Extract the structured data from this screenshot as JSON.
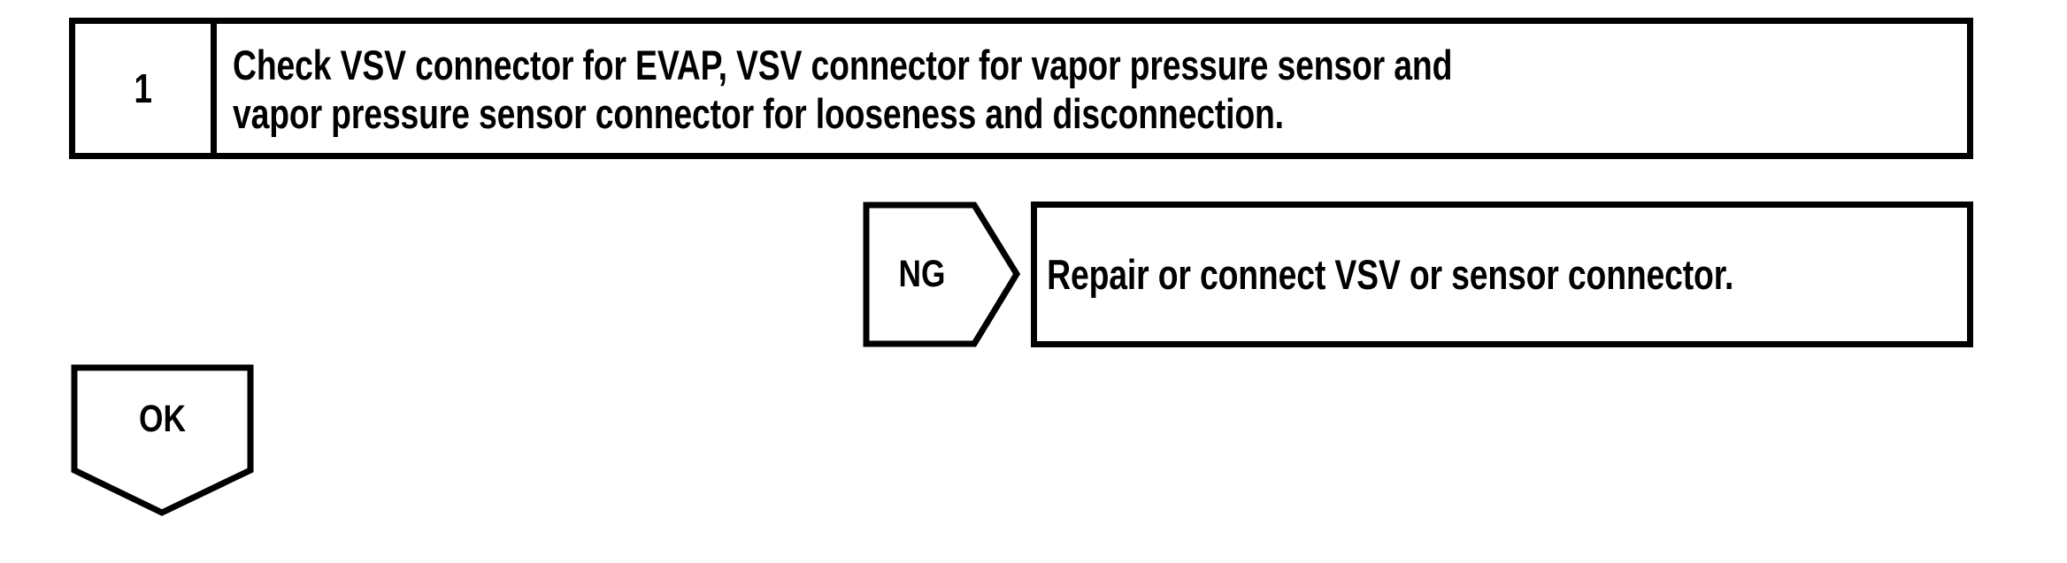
{
  "diagram": {
    "type": "troubleshooting-flowchart",
    "ink_color": "#000000",
    "background_color": "#ffffff",
    "step": {
      "number": "1",
      "line1": "Check VSV connector for EVAP, VSV connector for vapor pressure sensor and",
      "line2": "vapor pressure sensor connector for looseness and disconnection."
    },
    "branches": {
      "ng": {
        "label": "NG",
        "shape": "right-pointing-pentagon-arrow",
        "result_text": "Repair or connect VSV or sensor connector."
      },
      "ok": {
        "label": "OK",
        "shape": "down-pointing-pentagon-arrow"
      }
    }
  }
}
